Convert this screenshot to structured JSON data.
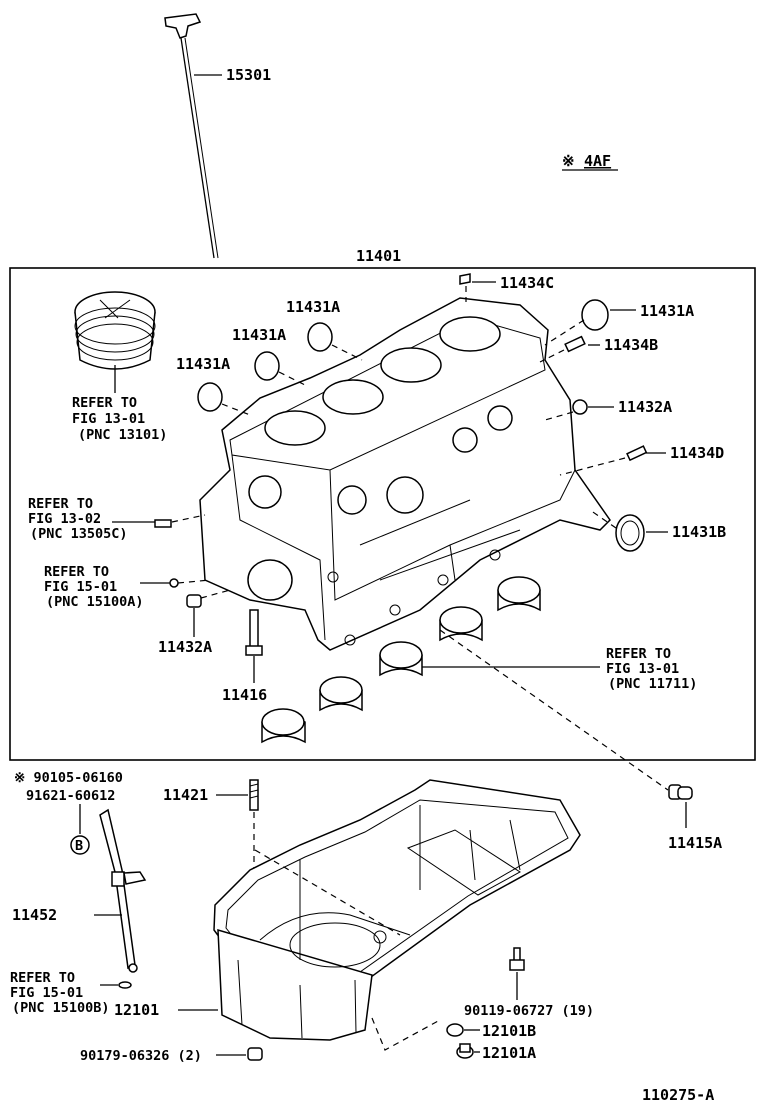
{
  "header": {
    "variant_mark": "※",
    "variant_code": "4AF"
  },
  "callouts": {
    "dipstick": "15301",
    "block_assembly": "11401",
    "plug_c": "11434C",
    "plug_top_right": "11431A",
    "plug_upper_left_1": "11431A",
    "plug_upper_left_2": "11431A",
    "plug_upper_left_3": "11431A",
    "pin_b": "11434B",
    "plug_432a_right": "11432A",
    "pin_d": "11434D",
    "plug_431b": "11431B",
    "plug_432a_left": "11432A",
    "stud_block": "11416",
    "stud_pan": "11421",
    "drain_plug_415a": "11415A",
    "guide_tube": "11452",
    "oil_pan": "12101",
    "gasket_b": "12101B",
    "gasket_a": "12101A"
  },
  "refs": {
    "piston": {
      "line1": "REFER TO",
      "line2": "FIG 13-01",
      "line3": "(PNC 13101)"
    },
    "sensor": {
      "line1": "REFER TO",
      "line2": "FIG 13-02",
      "line3": "(PNC 13505C)"
    },
    "fig1501_block": {
      "line1": "REFER TO",
      "line2": "FIG 15-01",
      "line3": "(PNC 15100A)"
    },
    "bearings": {
      "line1": "REFER TO",
      "line2": "FIG 13-01",
      "line3": "(PNC 11711)"
    },
    "fig1501_tube": {
      "line1": "REFER TO",
      "line2": "FIG 15-01",
      "line3": "(PNC 15100B)"
    }
  },
  "fasteners": {
    "bolt_variant": "※ 90105-06160",
    "oring": "91621-60612",
    "oring_badge": "B",
    "pan_bolt": "90119-06727 (19)",
    "drain_plug_pan": "90179-06326 (2)"
  },
  "footer": {
    "figure_id": "110275-A"
  }
}
